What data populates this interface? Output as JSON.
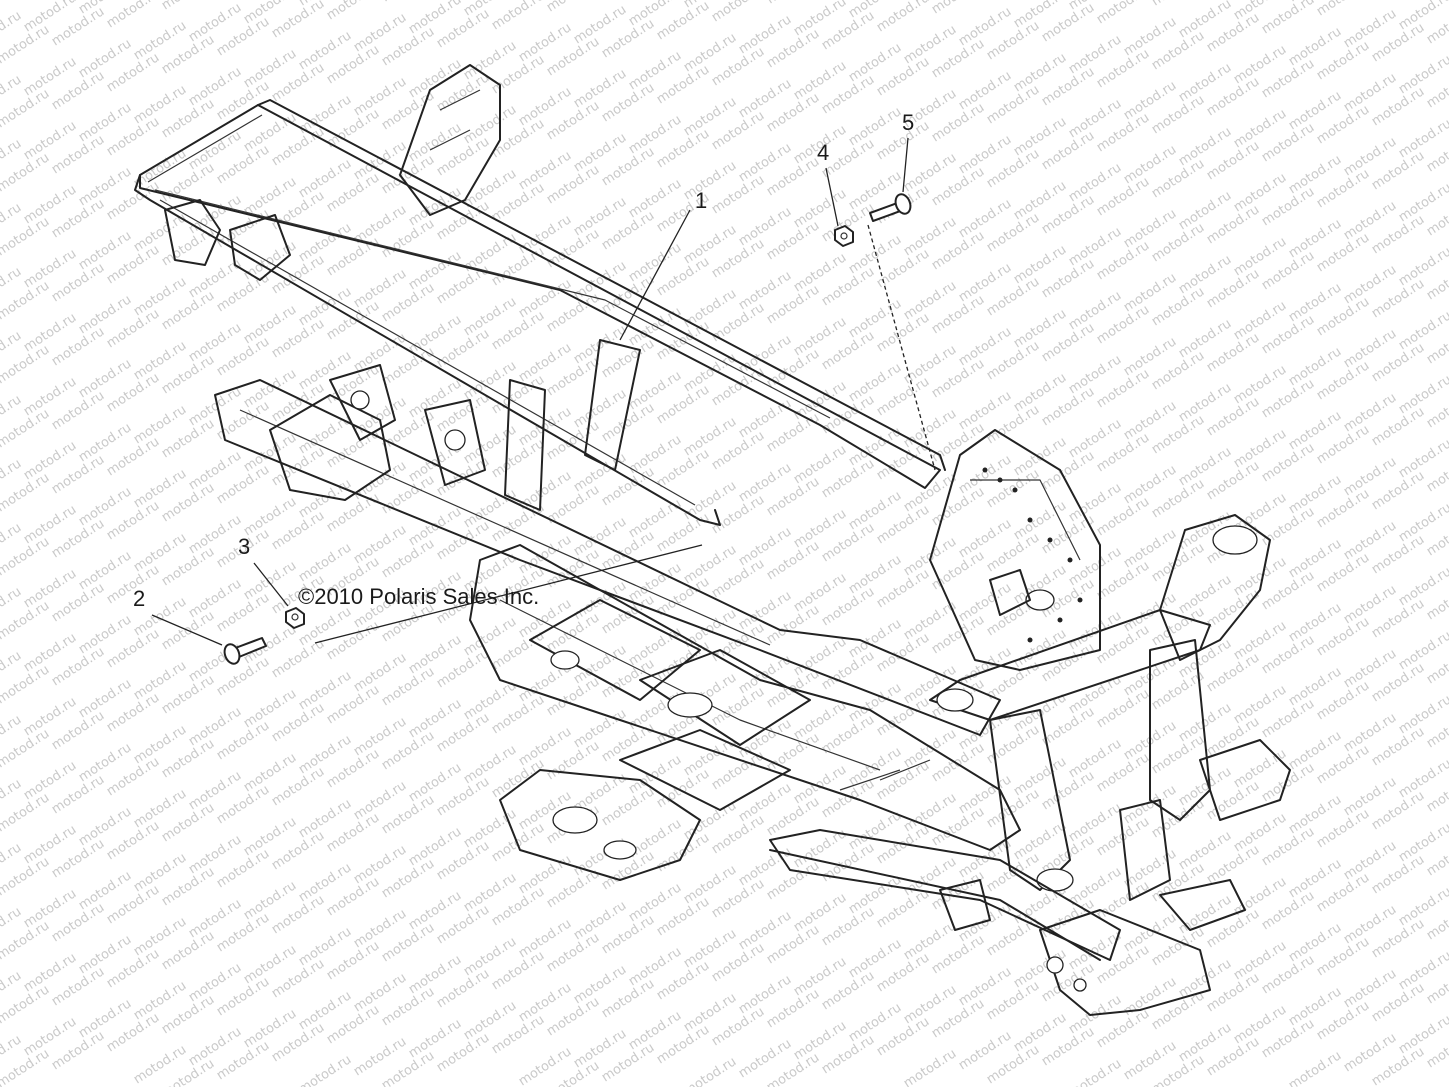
{
  "watermark": {
    "text": "motod.ru"
  },
  "callouts": [
    {
      "id": 1,
      "label": "1",
      "part": "frame"
    },
    {
      "id": 2,
      "label": "2",
      "part": "bolt"
    },
    {
      "id": 3,
      "label": "3",
      "part": "nut"
    },
    {
      "id": 4,
      "label": "4",
      "part": "nut"
    },
    {
      "id": 5,
      "label": "5",
      "part": "bolt"
    }
  ],
  "copyright": "©2010 Polaris Sales Inc."
}
